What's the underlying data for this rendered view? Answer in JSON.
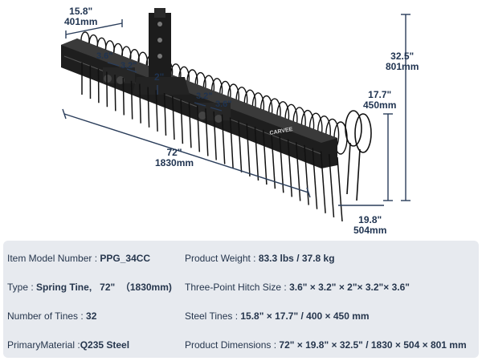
{
  "dimensions": {
    "tine_width": {
      "inch": "15.8\"",
      "mm": "401mm"
    },
    "height": {
      "inch": "32.5\"",
      "mm": "801mm"
    },
    "tine_height": {
      "inch": "17.7\"",
      "mm": "450mm"
    },
    "length": {
      "inch": "72\"",
      "mm": "1830mm"
    },
    "depth": {
      "inch": "19.8\"",
      "mm": "504mm"
    },
    "hitch_a": "3.6\"",
    "hitch_b": "3.2\"",
    "hitch_c": "2\"",
    "hitch_d": "3.2\"",
    "hitch_e": "3.6\""
  },
  "brand": "CARVEE",
  "colors": {
    "frame": "#1e1e1e",
    "tine": "#111111",
    "dim_line": "#2a3d5a",
    "panel": "#e7eaef",
    "text": "#26364d"
  },
  "specs": {
    "item_model": {
      "label": "Item Model Number : ",
      "value": "PPG_34CC"
    },
    "type": {
      "label": "Type : ",
      "value": "Spring Tine,   72\"  （1830mm)"
    },
    "tines": {
      "label": "Number of Tines : ",
      "value": "32"
    },
    "material": {
      "label": "PrimaryMaterial :",
      "value": "Q235 Steel"
    },
    "weight": {
      "label": "Product Weight : ",
      "value": "83.3 lbs / 37.8 kg"
    },
    "hitch": {
      "label": "Three-Point Hitch Size : ",
      "value": "3.6\" × 3.2\" × 2\"× 3.2\"× 3.6\""
    },
    "steel_tines": {
      "label": "Steel Tines : ",
      "value": "15.8\" × 17.7\" / 400 × 450 mm"
    },
    "product_dimensions": {
      "label": "Product Dimensions : ",
      "value": "72\" × 19.8\" × 32.5\" / 1830 × 504 × 801  mm"
    }
  }
}
